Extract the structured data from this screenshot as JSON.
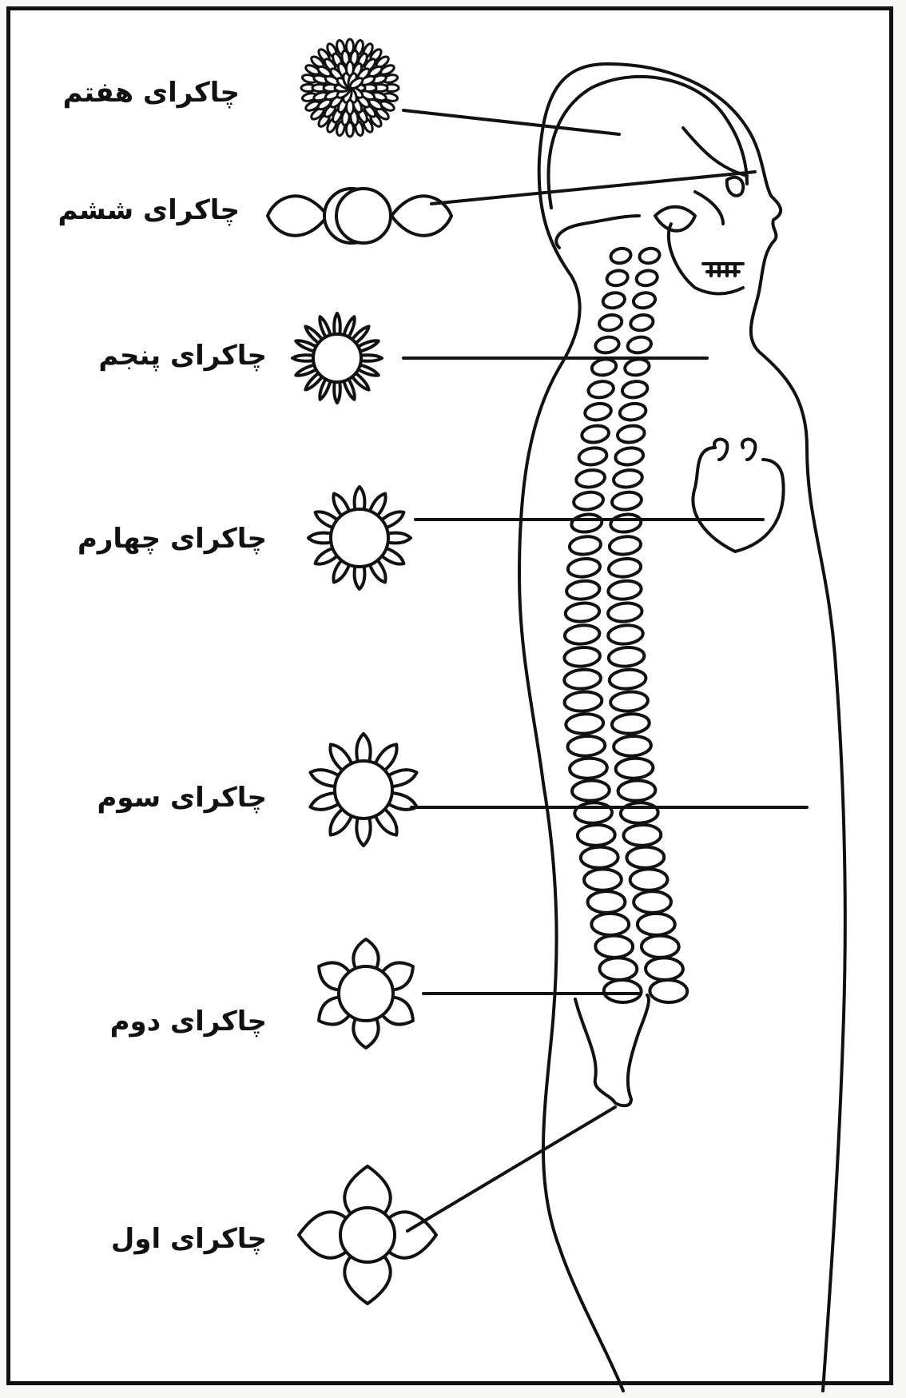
{
  "chakras": [
    {
      "id": "seventh",
      "label": "چاکرای هفتم",
      "icon": "lotus-crown-icon"
    },
    {
      "id": "sixth",
      "label": "چاکرای ششم",
      "icon": "two-petal-lotus-icon"
    },
    {
      "id": "fifth",
      "label": "چاکرای پنجم",
      "icon": "sixteen-petal-lotus-icon"
    },
    {
      "id": "fourth",
      "label": "چاکرای چهارم",
      "icon": "twelve-petal-lotus-icon"
    },
    {
      "id": "third",
      "label": "چاکرای سوم",
      "icon": "ten-petal-lotus-icon"
    },
    {
      "id": "second",
      "label": "چاکرای دوم",
      "icon": "six-petal-lotus-icon"
    },
    {
      "id": "first",
      "label": "چاکرای اول",
      "icon": "four-petal-lotus-icon"
    }
  ],
  "colors": {
    "ink": "#111111",
    "paper": "#ffffff",
    "frame": "#111111"
  }
}
